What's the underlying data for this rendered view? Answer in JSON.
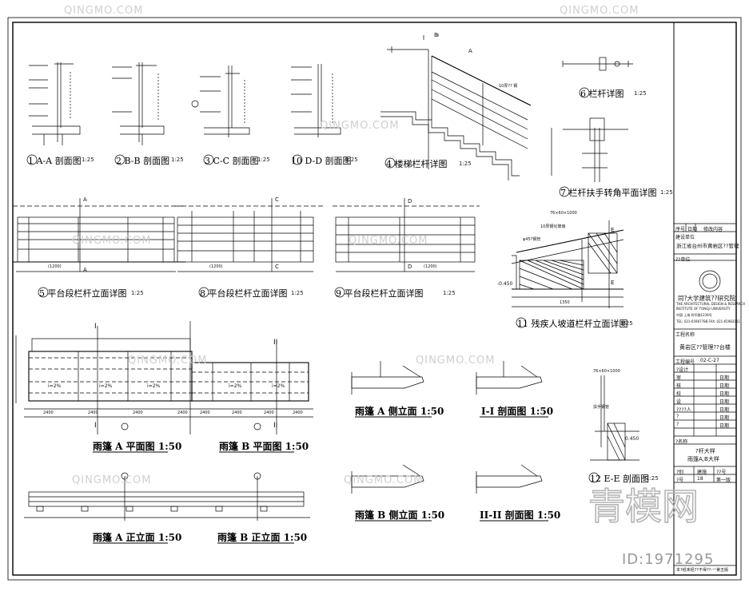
{
  "details": {
    "d1": {
      "num": "1",
      "title": "A-A 剖面图",
      "scale": "1:25"
    },
    "d2": {
      "num": "2",
      "title": "B-B 剖面图",
      "scale": "1:25"
    },
    "d3": {
      "num": "3",
      "title": "C-C 剖面图",
      "scale": "1:25"
    },
    "d10": {
      "num": "10",
      "title": "D-D 剖面图",
      "scale": "1:25"
    },
    "d4": {
      "num": "4",
      "title": "楼梯栏杆详图",
      "scale": "1:25"
    },
    "d6": {
      "num": "6",
      "title": "栏杆详图",
      "scale": "1:25"
    },
    "d7": {
      "num": "7",
      "title": "栏杆扶手转角平面详图",
      "scale": "1:25"
    },
    "d5": {
      "num": "5",
      "title": "平台段栏杆立面详图",
      "scale": "1:25"
    },
    "d8": {
      "num": "8",
      "title": "平台段栏杆立面详图",
      "scale": "1:25"
    },
    "d9": {
      "num": "9",
      "title": "平台段栏杆立面详图",
      "scale": "1:25"
    },
    "d11": {
      "num": "11",
      "title": "残疾人坡道栏杆立面详图",
      "scale": "1:25"
    },
    "d12": {
      "num": "12",
      "title": "E-E 剖面图",
      "scale": "1:25"
    },
    "canopyA_plan": "雨篷 A 平面图 1:50",
    "canopyB_plan": "雨篷 B 平面图 1:50",
    "canopyA_side": "雨篷 A 侧立面 1:50",
    "canopyB_side": "雨篷 B 侧立面 1:50",
    "sec1": "I-I 剖面图 1:50",
    "sec2": "II-II 剖面图 1:50",
    "canopyA_front": "雨篷 A 正立面 1:50",
    "canopyB_front": "雨篷 B 正立面 1:50"
  },
  "marks": {
    "A": "A",
    "B": "B",
    "C": "C",
    "D": "D",
    "E": "E",
    "I": "I",
    "II": "II",
    "slope": "i=2%",
    "dim1200": "(1200)",
    "dim_large": "1350",
    "elev": "-0.450",
    "elev2": "0.450",
    "note_railing": "10厚钢化玻璃",
    "note_top": "10厚?? 钢",
    "note_pipe": "扶手钢管",
    "note_d": "φ45?钢管",
    "note_size": "76×60×1000",
    "dims_canopy": [
      "2400",
      "2400",
      "2400",
      "2400",
      "2400",
      "2400",
      "2400",
      "2400"
    ]
  },
  "titleblock": {
    "rev_header": [
      "序号",
      "日期",
      "修改内容"
    ],
    "project_label": "建设单位",
    "project": "浙江省台州市黄岩区??管理",
    "sub_label": "??单位",
    "institute_cn": "同?大学建筑??研究院",
    "institute_en1": "THE ARCHITECTURAL DESIGN & RESEARCH",
    "institute_en2": "INSTITUTE OF TONGJI UNIVERSITY",
    "addr": "中国 上海 四平路1239号",
    "phone": "TEL: 021-65987788  FAX: 021-65982011",
    "drawing_label": "工程名称",
    "drawing": "黄岩区??管理??台楼",
    "job_no_label": "工程编号",
    "job_no": "02-C-27",
    "rows": [
      {
        "k": "?设计",
        "v": ""
      },
      {
        "k": "审",
        "v": "日期"
      },
      {
        "k": "核",
        "v": "日期"
      },
      {
        "k": "校",
        "v": "日期"
      },
      {
        "k": "设",
        "v": "日期"
      },
      {
        "k": "????人",
        "v": "日期"
      },
      {
        "k": "?",
        "v": "日期"
      },
      {
        "k": "?",
        "v": "日期"
      }
    ],
    "sheet_label": "?名称",
    "sheet_name1": "?杆大样",
    "sheet_name2": "雨篷A,B大样",
    "bottom": [
      {
        "k": "?别",
        "v": "建施"
      },
      {
        "k": "??号",
        "v": "?"
      },
      {
        "k": "?号",
        "v": "18"
      },
      {
        "k": "版次",
        "v": "第一版"
      }
    ],
    "footer": "本?纸未经??不得??-一第五版"
  },
  "watermark": {
    "site": "QINGMO.COM",
    "logo": "青模网",
    "id": "ID:1971295"
  }
}
